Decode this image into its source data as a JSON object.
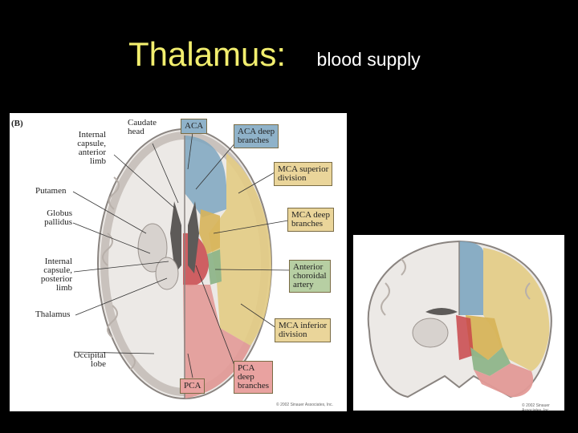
{
  "title": {
    "main": "Thalamus:",
    "sub": "blood supply"
  },
  "figure_b": {
    "panel_label": "(B)",
    "left_labels": {
      "internal_capsule_anterior": "Internal\ncapsule,\nanterior\nlimb",
      "caudate_head": "Caudate\nhead",
      "putamen": "Putamen",
      "globus_pallidus": "Globus\npallidus",
      "internal_capsule_posterior": "Internal\ncapsule,\nposterior\nlimb",
      "thalamus": "Thalamus",
      "occipital_lobe": "Occipital\nlobe"
    },
    "boxes": {
      "aca": "ACA",
      "aca_deep": "ACA deep\nbranches",
      "mca_superior": "MCA superior\ndivision",
      "mca_deep": "MCA deep\nbranches",
      "anterior_choroidal": "Anterior\nchoroidal\nartery",
      "mca_inferior": "MCA inferior\ndivision",
      "pca": "PCA",
      "pca_deep": "PCA\ndeep\nbranches"
    },
    "copyright": "© 2002 Sinauer Associates, Inc."
  },
  "figure_c": {
    "copyright": "© 2002 Sinauer Associates, Inc."
  },
  "colors": {
    "aca": "#7ea6c0",
    "mca": "#e3cc84",
    "anterior_choroidal": "#8fb58a",
    "pca": "#e39a97",
    "pca_deep": "#c9474a",
    "title": "#f2ee6e"
  }
}
